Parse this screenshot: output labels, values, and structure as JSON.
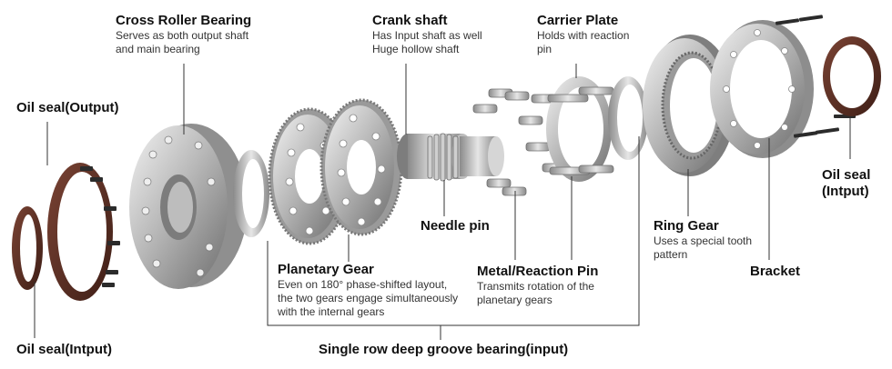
{
  "labels": {
    "cross_roller_bearing": {
      "title": "Cross Roller Bearing",
      "desc": [
        "Serves as both output shaft",
        "and main bearing"
      ]
    },
    "crank_shaft": {
      "title": "Crank shaft",
      "desc": [
        "Has Input shaft as well",
        "Huge hollow shaft"
      ]
    },
    "carrier_plate": {
      "title": "Carrier Plate",
      "desc": [
        "Holds with reaction",
        "pin"
      ]
    },
    "oil_seal_output": {
      "title": "Oil seal(Output)"
    },
    "needle_pin": {
      "title": "Needle pin"
    },
    "oil_seal_input_right": {
      "title_lines": [
        "Oil seal",
        "(Intput)"
      ]
    },
    "ring_gear": {
      "title": "Ring Gear",
      "desc": [
        "Uses a special tooth",
        "pattern"
      ]
    },
    "bracket": {
      "title": "Bracket"
    },
    "planetary_gear": {
      "title": "Planetary Gear",
      "desc": [
        "Even on 180° phase-shifted layout,",
        "the two gears engage simultaneously",
        "with the internal gears"
      ]
    },
    "metal_reaction_pin": {
      "title": "Metal/Reaction Pin",
      "desc": [
        "Transmits rotation of the",
        "planetary gears"
      ]
    },
    "oil_seal_input_left": {
      "title": "Oil seal(Intput)"
    },
    "deep_groove_bearing": {
      "title": "Single row deep groove bearing(input)"
    }
  },
  "colors": {
    "seal": "#5a2e22",
    "metal_light": "#d9d9d9",
    "metal_mid": "#a7a7a7",
    "metal_dark": "#6b6b6b",
    "line": "#333333"
  }
}
